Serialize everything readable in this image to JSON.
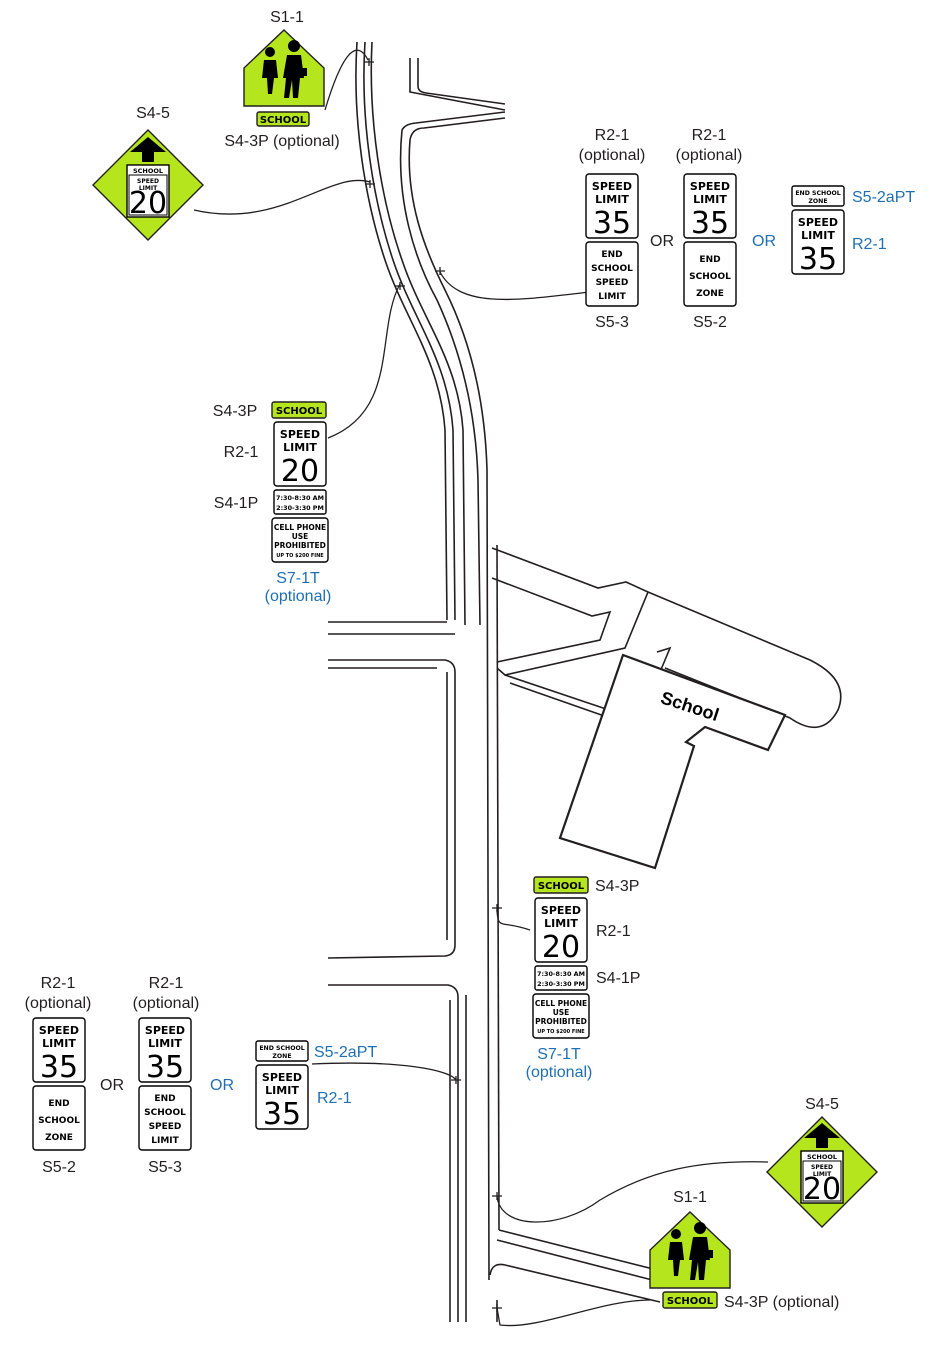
{
  "colors": {
    "school_yellow_green": "#b5e61d",
    "label_blue": "#1f6fb2",
    "ink": "#231f20"
  },
  "school_building": {
    "label": "School"
  },
  "sign_text": {
    "school": "SCHOOL",
    "speed": "SPEED",
    "limit": "LIMIT",
    "v20": "20",
    "v35": "35",
    "end": "END",
    "zone": "ZONE",
    "end_school_zone": "END SCHOOL ZONE",
    "end_school_zone_l1": "END SCHOOL",
    "end_school_zone_l2": "ZONE",
    "times_1": "7:30-8:30 AM",
    "times_2": "2:30-3:30 PM",
    "cell_1": "CELL PHONE",
    "cell_2": "USE",
    "cell_3": "PROHIBITED",
    "cell_4": "UP TO $200 FINE"
  },
  "labels": {
    "s1_1": "S1-1",
    "s4_3p_optional": "S4-3P (optional)",
    "s4_5": "S4-5",
    "s4_3p": "S4-3P",
    "r2_1": "R2-1",
    "s4_1p": "S4-1P",
    "s7_1t": "S7-1T",
    "optional_paren": "(optional)",
    "r2_1_optional_top": "R2-1",
    "or": "OR",
    "s5_3": "S5-3",
    "s5_2": "S5-2",
    "s5_2apt": "S5-2aPT"
  }
}
